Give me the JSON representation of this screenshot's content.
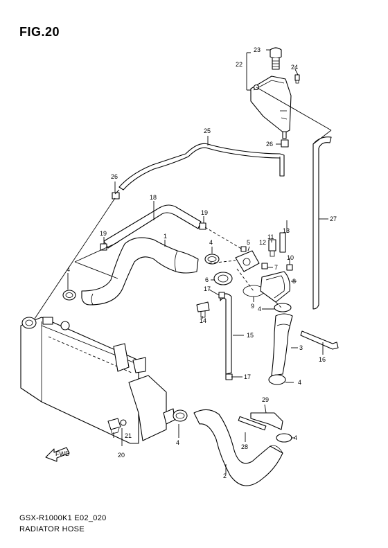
{
  "figure_title": "FIG.20",
  "model_code": "GSX-R1000K1 E02_020",
  "caption": "RADIATOR HOSE",
  "callouts": {
    "c1": "1",
    "c2": "2",
    "c3": "3",
    "c4a": "4",
    "c4b": "4",
    "c4c": "4",
    "c4d": "4",
    "c4e": "4",
    "c4f": "4",
    "c5": "5",
    "c6": "6",
    "c7": "7",
    "c8": "8",
    "c9": "9",
    "c10": "10",
    "c11": "11",
    "c12": "12",
    "c13": "13",
    "c14": "14",
    "c15": "15",
    "c16": "16",
    "c17a": "17",
    "c17b": "17",
    "c18": "18",
    "c19a": "19",
    "c19b": "19",
    "c20": "20",
    "c21": "21",
    "c22": "22",
    "c23": "23",
    "c24": "24",
    "c25": "25",
    "c26a": "26",
    "c26b": "26",
    "c27": "27",
    "c28": "28",
    "c29": "29"
  },
  "front_arrow_label": "FWD"
}
